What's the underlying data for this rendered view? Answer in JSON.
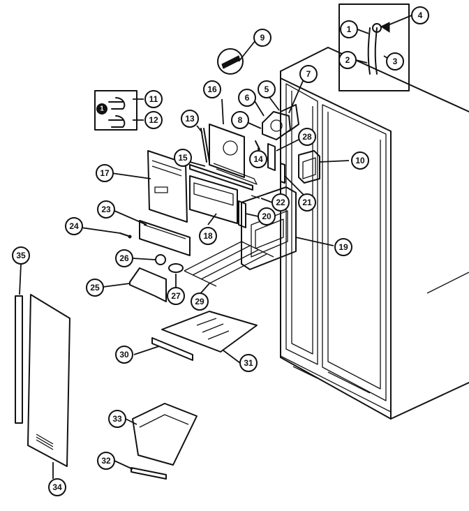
{
  "callouts": [
    {
      "id": "c1",
      "label": "1"
    },
    {
      "id": "c2",
      "label": "2"
    },
    {
      "id": "c3",
      "label": "3"
    },
    {
      "id": "c4",
      "label": "4"
    },
    {
      "id": "c5",
      "label": "5"
    },
    {
      "id": "c6",
      "label": "6"
    },
    {
      "id": "c7",
      "label": "7"
    },
    {
      "id": "c8",
      "label": "8"
    },
    {
      "id": "c9",
      "label": "9"
    },
    {
      "id": "c10",
      "label": "10"
    },
    {
      "id": "c11",
      "label": "11"
    },
    {
      "id": "c12",
      "label": "12"
    },
    {
      "id": "c13",
      "label": "13"
    },
    {
      "id": "c14",
      "label": "14"
    },
    {
      "id": "c15",
      "label": "15"
    },
    {
      "id": "c16",
      "label": "16"
    },
    {
      "id": "c17",
      "label": "17"
    },
    {
      "id": "c18",
      "label": "18"
    },
    {
      "id": "c19",
      "label": "19"
    },
    {
      "id": "c20",
      "label": "20"
    },
    {
      "id": "c21",
      "label": "21"
    },
    {
      "id": "c22",
      "label": "22"
    },
    {
      "id": "c23",
      "label": "23"
    },
    {
      "id": "c24",
      "label": "24"
    },
    {
      "id": "c25",
      "label": "25"
    },
    {
      "id": "c26",
      "label": "26"
    },
    {
      "id": "c27",
      "label": "27"
    },
    {
      "id": "c28",
      "label": "28"
    },
    {
      "id": "c29",
      "label": "29"
    },
    {
      "id": "c30",
      "label": "30"
    },
    {
      "id": "c31",
      "label": "31"
    },
    {
      "id": "c32",
      "label": "32"
    },
    {
      "id": "c33",
      "label": "33"
    },
    {
      "id": "c34",
      "label": "34"
    },
    {
      "id": "c35",
      "label": "35"
    }
  ],
  "inset_marker": "1"
}
